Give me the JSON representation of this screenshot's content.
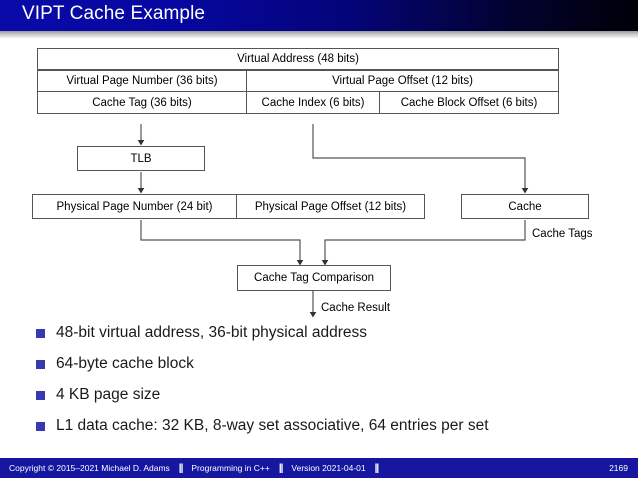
{
  "header": {
    "title": "VIPT Cache Example"
  },
  "diagram": {
    "address_table": {
      "row1": [
        {
          "label": "Virtual Address (48 bits)"
        }
      ],
      "row2": [
        {
          "label": "Virtual Page Number (36 bits)"
        },
        {
          "label": "Virtual Page Offset (12 bits)"
        }
      ],
      "row3": [
        {
          "label": "Cache Tag (36 bits)"
        },
        {
          "label": "Cache Index (6 bits)"
        },
        {
          "label": "Cache Block Offset (6 bits)"
        }
      ]
    },
    "tlb_box": "TLB",
    "physical_row": [
      {
        "label": "Physical Page Number (24 bit)"
      },
      {
        "label": "Physical Page Offset (12 bits)"
      }
    ],
    "cache_box": "Cache",
    "cache_tags_label": "Cache Tags",
    "comparison_box": "Cache Tag Comparison",
    "cache_result_label": "Cache Result"
  },
  "bullets": [
    {
      "text": "48-bit virtual address, 36-bit physical address"
    },
    {
      "text": "64-byte cache block"
    },
    {
      "text": "4 KB page size"
    },
    {
      "text": "L1 data cache: 32 KB, 8-way set associative, 64 entries per set"
    }
  ],
  "footer": {
    "copyright": "Copyright © 2015–2021 Michael D. Adams",
    "separator": "||",
    "course": "Programming in C++",
    "version": "Version 2021-04-01",
    "page": "2169"
  },
  "colors": {
    "header_blue": "#0606a0",
    "bullet_marker": "#3838b0",
    "footer_blue": "#1616a0",
    "box_border": "#555555"
  }
}
